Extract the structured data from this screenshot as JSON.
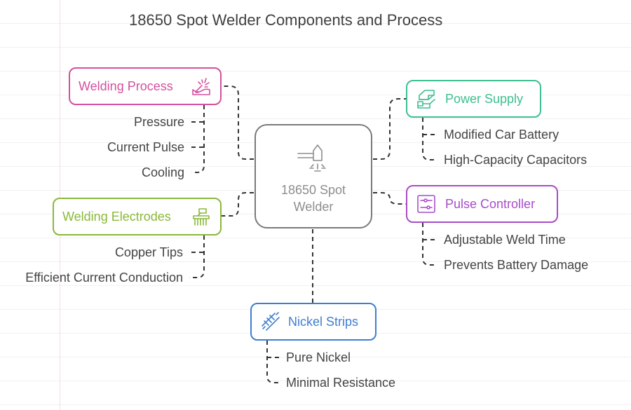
{
  "title": "18650 Spot Welder Components and Process",
  "center": {
    "line1": "18650 Spot",
    "line2": "Welder",
    "icon": "welder-tip-icon"
  },
  "branches": {
    "welding_process": {
      "label": "Welding Process",
      "color": "#d4509e",
      "icon": "sparks-icon",
      "items": [
        "Pressure",
        "Current Pulse",
        "Cooling"
      ]
    },
    "welding_electrodes": {
      "label": "Welding Electrodes",
      "color": "#8ab83a",
      "icon": "electrode-brush-icon",
      "items": [
        "Copper Tips",
        "Efficient Current Conduction"
      ]
    },
    "power_supply": {
      "label": "Power Supply",
      "color": "#3dbf8f",
      "icon": "battery-stack-icon",
      "items": [
        "Modified Car Battery",
        "High-Capacity Capacitors"
      ]
    },
    "pulse_controller": {
      "label": "Pulse Controller",
      "color": "#a84cc8",
      "icon": "slider-controls-icon",
      "items": [
        "Adjustable Weld Time",
        "Prevents Battery Damage"
      ]
    },
    "nickel_strips": {
      "label": "Nickel Strips",
      "color": "#3f7fd0",
      "icon": "strips-icon",
      "items": [
        "Pure Nickel",
        "Minimal Resistance"
      ]
    }
  }
}
